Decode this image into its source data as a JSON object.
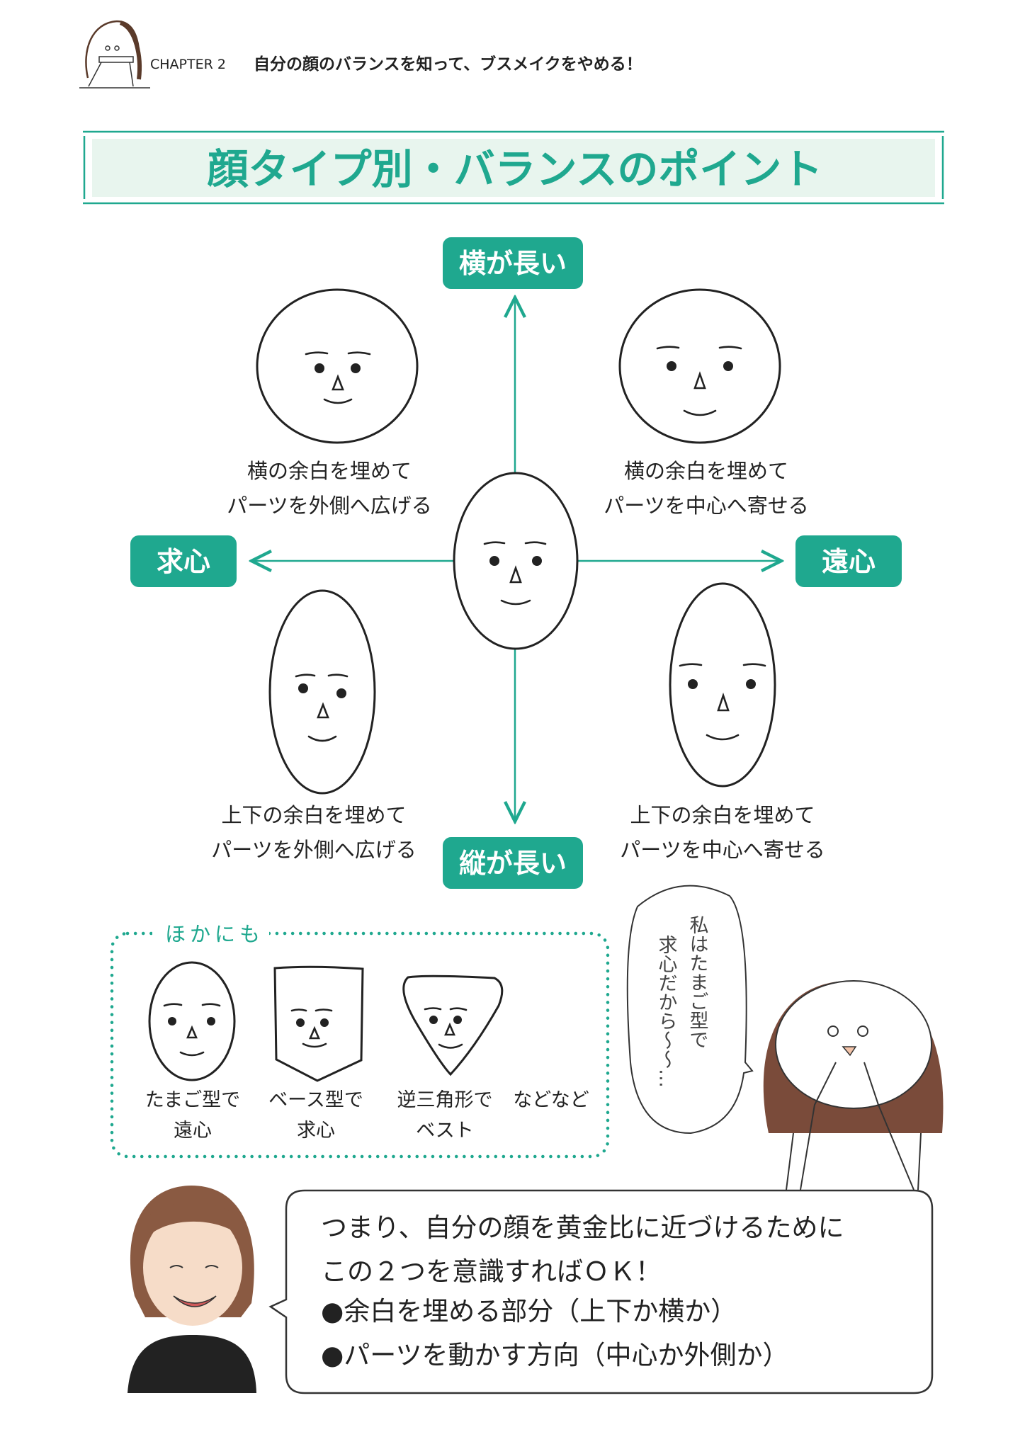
{
  "header": {
    "chapter": "CHAPTER 2",
    "chapter_title": "自分の顔のバランスを知って、ブスメイクをやめる！"
  },
  "title": "顔タイプ別・バランスのポイント",
  "colors": {
    "accent": "#1fa88f",
    "title_bg": "#e8f5ee",
    "ink": "#222222"
  },
  "axes": {
    "top": "横が長い",
    "bottom": "縦が長い",
    "left": "求心",
    "right": "遠心"
  },
  "quadrants": {
    "top_left": [
      "横の余白を埋めて",
      "パーツを外側へ広げる"
    ],
    "top_right": [
      "横の余白を埋めて",
      "パーツを中心へ寄せる"
    ],
    "bottom_left": [
      "上下の余白を埋めて",
      "パーツを外側へ広げる"
    ],
    "bottom_right": [
      "上下の余白を埋めて",
      "パーツを中心へ寄せる"
    ]
  },
  "others": {
    "heading": "ほかにも",
    "items": [
      {
        "line1": "たまご型で",
        "line2": "遠心"
      },
      {
        "line1": "ベース型で",
        "line2": "求心"
      },
      {
        "line1": "逆三角形で",
        "line2": "ベスト"
      }
    ],
    "etc": "などなど"
  },
  "speech_vertical": [
    "私はたまご型で",
    "求心だから〜〜…"
  ],
  "summary": {
    "lines": [
      "つまり、自分の顔を黄金比に近づけるために",
      "この２つを意識すればＯＫ！",
      "●余白を埋める部分（上下か横か）",
      "●パーツを動かす方向（中心か外側か）"
    ]
  }
}
